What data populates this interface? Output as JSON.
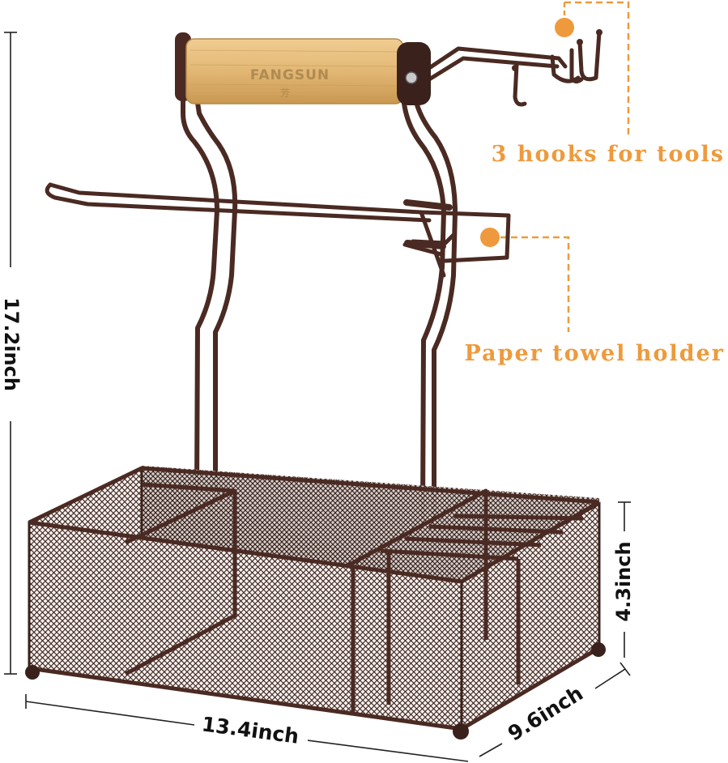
{
  "brand": {
    "label": "FANGSUN",
    "mark": "芳"
  },
  "dimensions": {
    "height": "17.2inch",
    "width": "13.4inch",
    "depth": "9.6inch",
    "basket_height": "4.3inch"
  },
  "callouts": {
    "hooks": "3 hooks for tools",
    "towel": "Paper towel holder"
  },
  "colors": {
    "frame": "#4a2a22",
    "mesh": "#3a211b",
    "bamboo": "#e2b774",
    "accent": "#ee9a3c",
    "dim_line": "#222222"
  }
}
